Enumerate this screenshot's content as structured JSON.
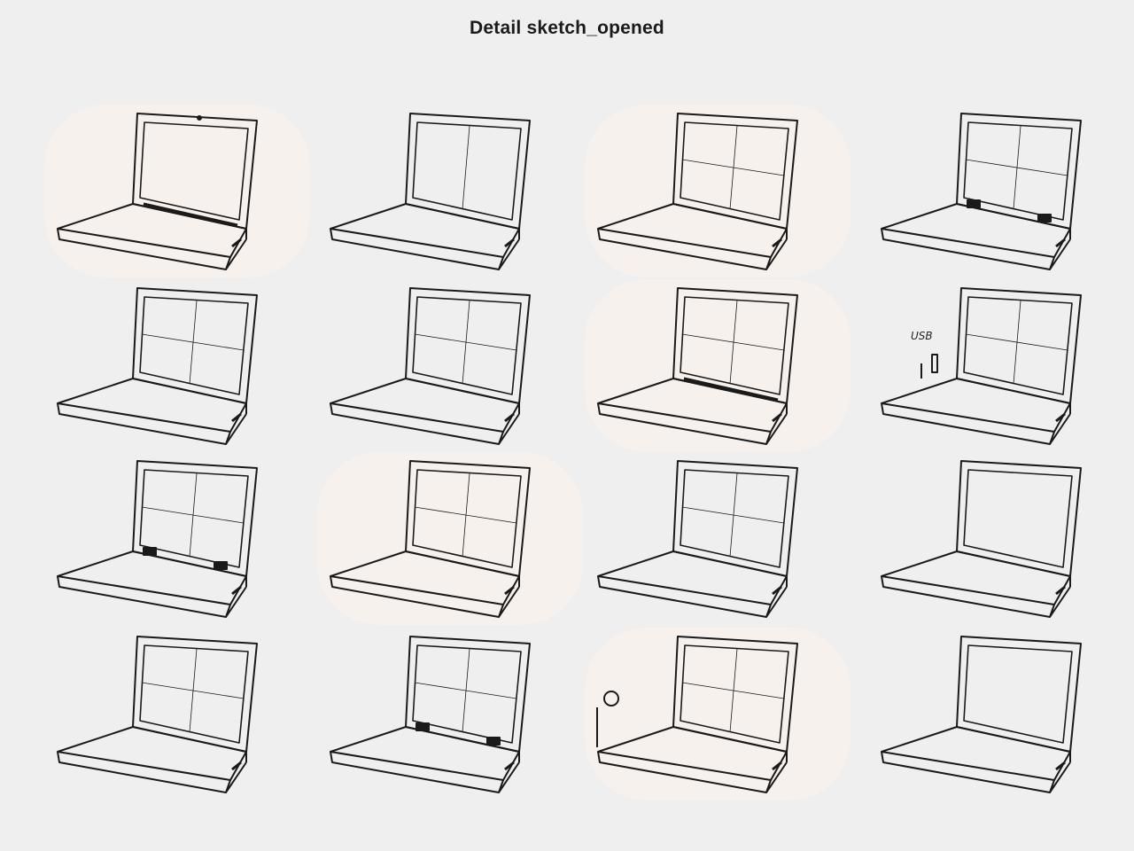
{
  "header": {
    "title": "Detail sketch_opened"
  },
  "sheet": {
    "colors": {
      "background": "#efefef",
      "highlight": "#f7f1ee",
      "ink": "#1a1a1a"
    },
    "sketches": [
      {
        "id": "r1c1",
        "highlighted": true,
        "variant": "camera-notch"
      },
      {
        "id": "r1c2",
        "highlighted": false,
        "variant": "center-line"
      },
      {
        "id": "r1c3",
        "highlighted": true,
        "variant": "quad-grid"
      },
      {
        "id": "r1c4",
        "highlighted": false,
        "variant": "hinges"
      },
      {
        "id": "r2c1",
        "highlighted": false,
        "variant": "quad-grid"
      },
      {
        "id": "r2c2",
        "highlighted": false,
        "variant": "quad-grid"
      },
      {
        "id": "r2c3",
        "highlighted": true,
        "variant": "hinge-bar"
      },
      {
        "id": "r2c4",
        "highlighted": false,
        "variant": "usb-callout"
      },
      {
        "id": "r3c1",
        "highlighted": false,
        "variant": "hinges"
      },
      {
        "id": "r3c2",
        "highlighted": true,
        "variant": "quad-grid"
      },
      {
        "id": "r3c3",
        "highlighted": false,
        "variant": "quad-grid"
      },
      {
        "id": "r3c4",
        "highlighted": false,
        "variant": "plain"
      },
      {
        "id": "r4c1",
        "highlighted": false,
        "variant": "quad-grid"
      },
      {
        "id": "r4c2",
        "highlighted": false,
        "variant": "hinges"
      },
      {
        "id": "r4c3",
        "highlighted": true,
        "variant": "port-callout"
      },
      {
        "id": "r4c4",
        "highlighted": false,
        "variant": "plain"
      }
    ],
    "annotations": {
      "usb": "USB"
    }
  }
}
